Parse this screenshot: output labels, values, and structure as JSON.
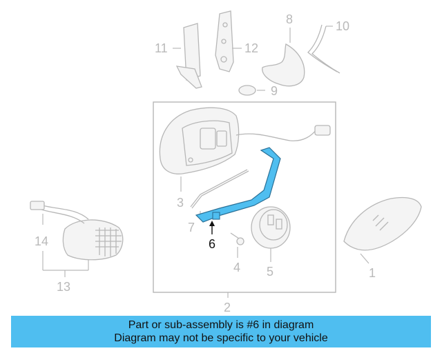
{
  "diagram": {
    "part_labels": [
      "1",
      "2",
      "3",
      "4",
      "5",
      "6",
      "7",
      "8",
      "9",
      "10",
      "11",
      "12",
      "13",
      "14"
    ],
    "highlighted_part": "6",
    "highlight_color": "#4fbef0",
    "line_color": "#b7b7b7"
  },
  "banner": {
    "line1": "Part or sub-assembly is #6 in diagram",
    "line2": "Diagram may not be specific to your vehicle",
    "background": "#4fbef0"
  }
}
